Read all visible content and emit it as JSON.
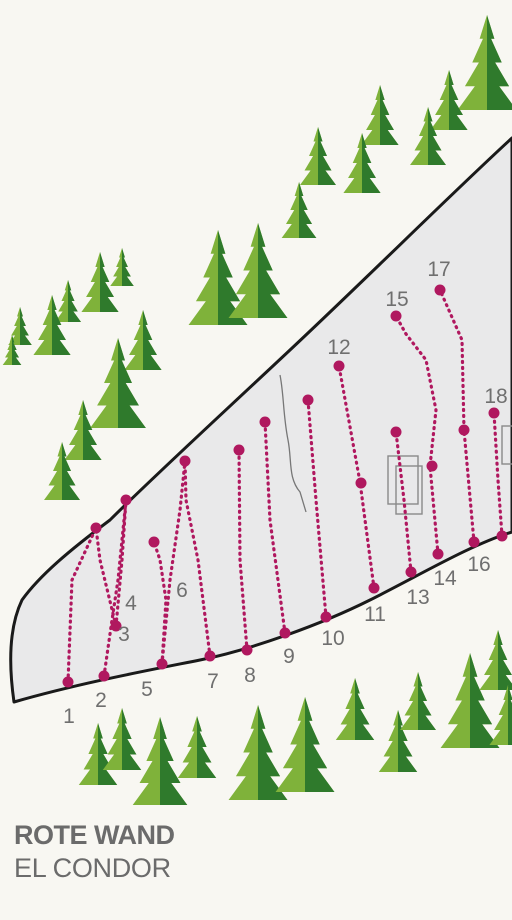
{
  "title": {
    "line1": "ROTE WAND",
    "line2": "EL CONDOR"
  },
  "colors": {
    "route": "#b0185f",
    "wall_fill": "#e9e9ea",
    "wall_outline": "#1a1a1a",
    "tree_light": "#7fb23a",
    "tree_dark": "#2f7a2c",
    "background": "#f8f7f2",
    "label": "#6f6f6f"
  },
  "routes": [
    {
      "number": "1"
    },
    {
      "number": "2"
    },
    {
      "number": "3"
    },
    {
      "number": "4"
    },
    {
      "number": "5"
    },
    {
      "number": "6"
    },
    {
      "number": "7"
    },
    {
      "number": "8"
    },
    {
      "number": "9"
    },
    {
      "number": "10"
    },
    {
      "number": "11"
    },
    {
      "number": "12"
    },
    {
      "number": "13"
    },
    {
      "number": "14"
    },
    {
      "number": "15"
    },
    {
      "number": "16"
    },
    {
      "number": "17"
    },
    {
      "number": "18"
    }
  ]
}
